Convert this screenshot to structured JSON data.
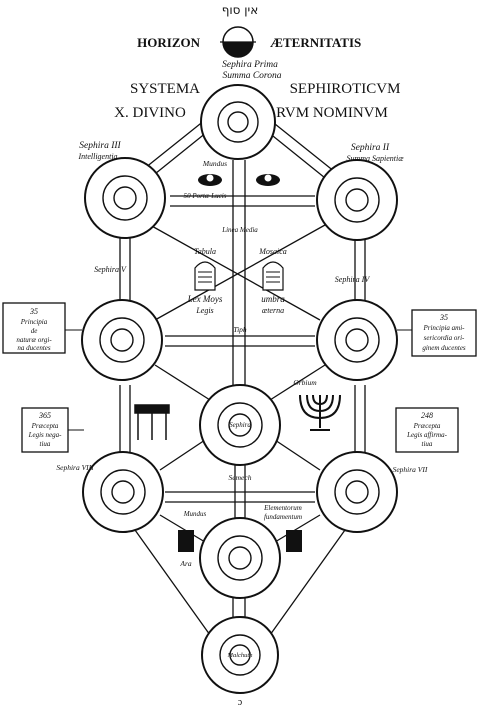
{
  "header": {
    "top_hebrew": "אין סוף",
    "horizon_left": "HORIZON",
    "horizon_right": "ÆTERNITATIS",
    "sub_line1": "Sephira   Prima",
    "sub_line2": "Summa   Corona",
    "title_left_1": "SYSTEMA",
    "title_right_1": "SEPHIROTICVM",
    "title_left_2": "X. DIVINO",
    "title_right_2": "RVM NOMINVM"
  },
  "sephirot": {
    "s3_label_1": "Sephira III",
    "s3_label_2": "Intelligentia",
    "s2_label_1": "Sephira II",
    "s2_label_2": "Summa Sapientiæ",
    "s4_label": "Sephira IV",
    "s5_label": "Sephira V",
    "s7_label": "Sephira VII",
    "s8_label": "Sephira VIII",
    "center_inner": "Sephira",
    "bottom_inner": "Malchuth"
  },
  "annotations": {
    "mundus": "Mundus",
    "lux": "50 Portæ Lucis",
    "linea_media": "Linea Media",
    "tabula": "Tabula",
    "mosaica": "Mosaica",
    "lex_moys_1": "Lex Moys",
    "lex_moys_2": "Legis",
    "umbra_1": "umbra",
    "umbra_2": "æterna",
    "tiph": "Tiph",
    "orbium": "Orbium",
    "semech": "Semech",
    "mundus_rerum": "Mundus",
    "elementorum": "Elementorum",
    "fundamentum": "fundamentum",
    "ara": "Ara",
    "bottom_letter": "ɔ"
  },
  "side_boxes": {
    "left_top": [
      "35",
      "Principia",
      "de",
      "naturæ orgi-",
      "na ducentes"
    ],
    "right_top": [
      "35",
      "Principia ami-",
      "sericordia ori-",
      "ginem ducentes"
    ],
    "left_bottom": [
      "365",
      "Præcepta",
      "Legis nega-",
      "tiua"
    ],
    "right_bottom": [
      "248",
      "Præcepta",
      "Legis affirma-",
      "tiua"
    ]
  }
}
